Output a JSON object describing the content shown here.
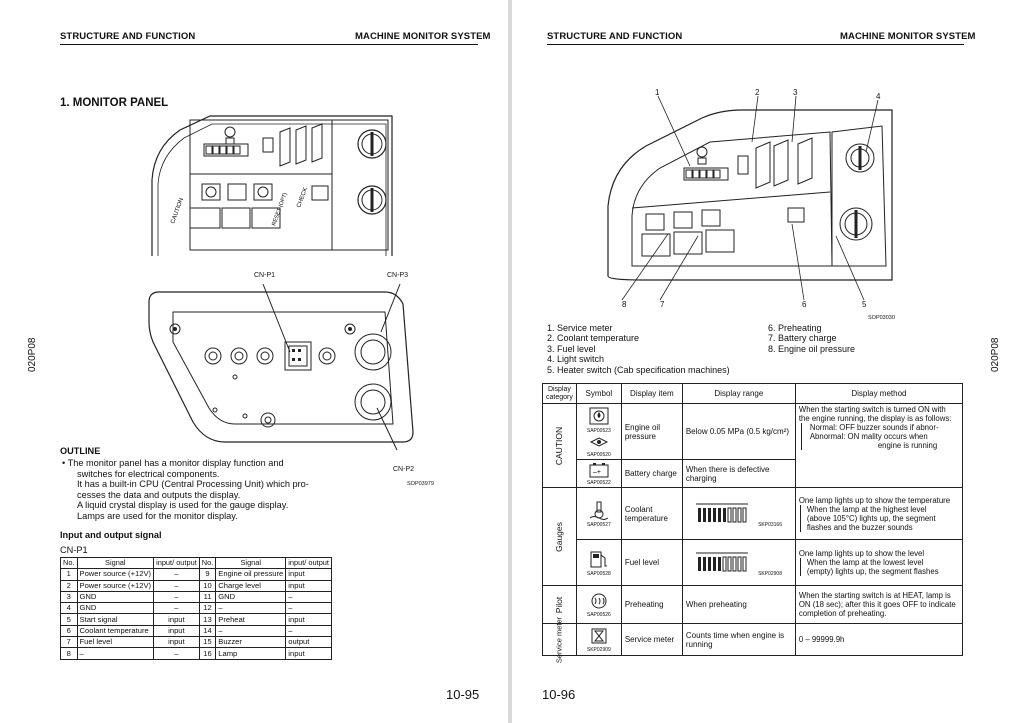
{
  "left_page": {
    "header_left": "STRUCTURE AND FUNCTION",
    "header_right": "MACHINE MONITOR SYSTEM",
    "section_title": "1.  MONITOR PANEL",
    "side_code": "020P08",
    "connector_labels": {
      "cn_p1": "CN-P1",
      "cn_p3": "CN-P3",
      "cn_p2": "CN-P2"
    },
    "figure_code": "SOP03979",
    "panel_labels": {
      "caution": "CAUTION",
      "check": "CHECK",
      "reset": "RESET (OPT)"
    },
    "outline_heading": "OUTLINE",
    "outline_lines": [
      "•  The monitor panel has a monitor display function and",
      "switches for electrical components.",
      "It has a built-in CPU (Central Processing Unit) which pro-",
      "cesses the data and outputs the display.",
      "A liquid crystal display is used for the gauge display.",
      "Lamps are used for the monitor display."
    ],
    "io_heading": "Input and output signal",
    "connector_name": "CN-P1",
    "signal_table": {
      "headers": [
        "No.",
        "Signal",
        "input/ output",
        "No.",
        "Signal",
        "input/ output"
      ],
      "rows": [
        [
          "1",
          "Power source (+12V)",
          "–",
          "9",
          "Engine oil pressure",
          "input"
        ],
        [
          "2",
          "Power source (+12V)",
          "–",
          "10",
          "Charge level",
          "input"
        ],
        [
          "3",
          "GND",
          "–",
          "11",
          "GND",
          "–"
        ],
        [
          "4",
          "GND",
          "–",
          "12",
          "–",
          "–"
        ],
        [
          "5",
          "Start signal",
          "input",
          "13",
          "Preheat",
          "input"
        ],
        [
          "6",
          "Coolant temperature",
          "input",
          "14",
          "–",
          "–"
        ],
        [
          "7",
          "Fuel level",
          "input",
          "15",
          "Buzzer",
          "output"
        ],
        [
          "8",
          "–",
          "–",
          "16",
          "Lamp",
          "input"
        ]
      ]
    },
    "page_number": "10-95"
  },
  "right_page": {
    "header_left": "STRUCTURE AND FUNCTION",
    "header_right": "MACHINE MONITOR SYSTEM",
    "side_code": "020P08",
    "callouts_top": [
      "1",
      "2",
      "3",
      "4"
    ],
    "callouts_bottom": [
      "8",
      "7",
      "6",
      "5"
    ],
    "figure_code": "SOP03030",
    "legend_left": [
      "1.  Service meter",
      "2.  Coolant temperature",
      "3.  Fuel level",
      "4.  Light switch",
      "5.  Heater switch (Cab specification machines)"
    ],
    "legend_right": [
      "6.  Preheating",
      "7.  Battery charge",
      "8.  Engine oil pressure"
    ],
    "display_table": {
      "headers": [
        "Display category",
        "Symbol",
        "Display item",
        "Display range",
        "Display method"
      ],
      "caution_label": "CAUTION",
      "gauges_label": "Gauges",
      "pilot_label": "Pilot",
      "service_label": "Service meter",
      "row_oil_code_a": "SAP00523",
      "row_oil_code_b": "SAP00520",
      "row_oil_item": "Engine oil pressure",
      "row_oil_range": "Below 0.05 MPa (0.5 kg/cm²)",
      "row_oil_method_lines": [
        "When the starting switch is turned ON with",
        "the engine running, the display is as follows:",
        "Normal:      OFF   buzzer sounds if abnor-",
        "Abnormal:  ON     mality occurs when",
        "engine is running"
      ],
      "row_batt_code": "SAP00522",
      "row_batt_item": "Battery charge",
      "row_batt_range": "When there is defective charging",
      "row_cool_code": "SAP00527",
      "row_cool_item": "Coolant temperature",
      "row_cool_gauge_code": "SKP03166",
      "row_cool_method_lines": [
        "One lamp lights up to show the temperature",
        "When the lamp at the highest level",
        "(above 105°C) lights up, the segment",
        "flashes and the buzzer sounds"
      ],
      "row_fuel_code": "SAP00528",
      "row_fuel_item": "Fuel level",
      "row_fuel_gauge_code": "SKP02908",
      "row_fuel_method_lines": [
        "One lamp lights up to show the level",
        "When the lamp at the lowest level",
        "(empty) lights up, the segment flashes"
      ],
      "row_pre_code": "SAP00526",
      "row_pre_item": "Preheating",
      "row_pre_range": "When preheating",
      "row_pre_method_lines": [
        "When the starting switch is at HEAT, lamp is",
        "ON (18 sec); after this it goes OFF to indicate",
        "completion of preheating."
      ],
      "row_svc_code": "SKP02909",
      "row_svc_item": "Service meter",
      "row_svc_range": "Counts time when engine is running",
      "row_svc_method": "0 – 99999.9h"
    },
    "page_number": "10-96"
  }
}
